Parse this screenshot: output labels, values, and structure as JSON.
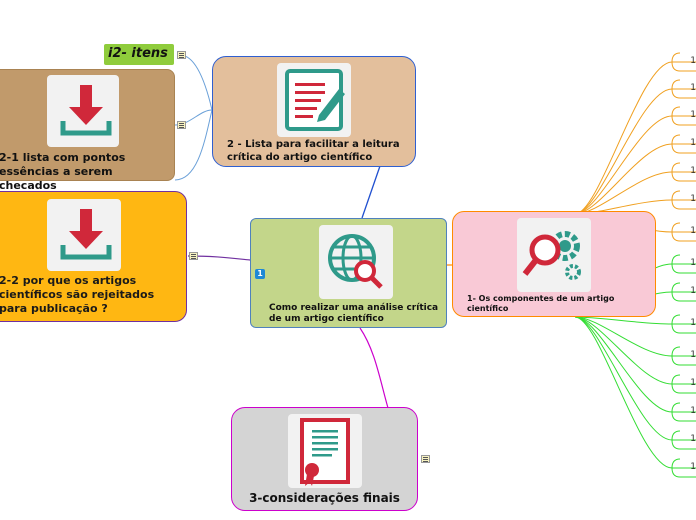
{
  "central": {
    "title": "Como realizar uma análise crítica de um artigo científico",
    "badge": "1"
  },
  "node_list": {
    "title": "2 - Lista para facilitar a leitura crítica do artigo científico"
  },
  "node_itens": {
    "title": "i2- itens"
  },
  "node_2_1": {
    "title": "2-1 lista com pontos essências a serem checados"
  },
  "node_2_2": {
    "title": "2-2 por que os artigos científicos são rejeitados para publicação ?"
  },
  "node_components": {
    "title": "1- Os componentes de um artigo científico"
  },
  "node_conclusions": {
    "title": "3-considerações finais"
  },
  "stub_labels": [
    "1",
    "1",
    "1",
    "1",
    "1",
    "1",
    "1",
    "1",
    "1",
    "1",
    "1",
    "1",
    "1",
    "1",
    "1"
  ],
  "icons": {
    "node_list": "checklist-pen-icon",
    "node_2_1": "download-icon",
    "node_2_2": "download-icon",
    "central": "globe-search-icon",
    "node_components": "gear-search-icon",
    "node_conclusions": "certificate-icon"
  },
  "colors": {
    "central_bg": "#c3d68a",
    "central_border": "#4f81bd",
    "list_bg": "#e3bf9c",
    "list_border": "#2f5fd0",
    "itens_bg": "#8fcc3c",
    "node_2_1_bg": "#c19a6b",
    "node_2_2_bg": "#ffb712",
    "node_2_2_border": "#7030a0",
    "components_bg": "#f9c9d6",
    "components_border": "#ff8a00",
    "conclusions_bg": "#d4d4d4",
    "conclusions_border": "#cc00cc",
    "branch_orange": "#f0a020",
    "branch_green": "#33dd33",
    "icon_red": "#d0283a",
    "icon_teal": "#2f9a8a"
  }
}
